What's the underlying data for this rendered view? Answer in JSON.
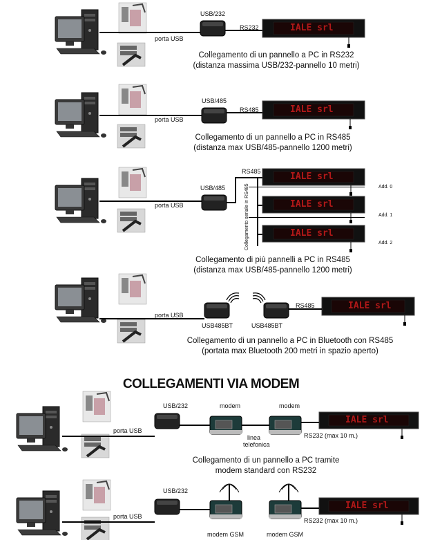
{
  "sections": [
    {
      "usb_label": "porta USB",
      "adapter_label": "USB/232",
      "bus_label": "RS232",
      "display_text": "IALE srl",
      "caption_line1": "Collegamento di un pannello a PC in RS232",
      "caption_line2": "(distanza massima USB/232-pannello 10 metri)"
    },
    {
      "usb_label": "porta USB",
      "adapter_label": "USB/485",
      "bus_label": "RS485",
      "display_text": "IALE srl",
      "caption_line1": "Collegamento di un pannello a PC in RS485",
      "caption_line2": "(distanza max USB/485-pannello 1200 metri)"
    },
    {
      "usb_label": "porta USB",
      "adapter_label": "USB/485",
      "bus_label": "RS485",
      "serial_label": "Collegamento seriale in RS485",
      "display_text": "IALE srl",
      "addresses": [
        "Add. 0",
        "Add. 1",
        "Add. 2"
      ],
      "caption_line1": "Collegamento di più pannelli a PC in RS485",
      "caption_line2": "(distanza max USB/485-pannello 1200 metri)"
    },
    {
      "usb_label": "porta USB",
      "adapter1_label": "USB485BT",
      "adapter2_label": "USB485BT",
      "bus_label": "RS485",
      "display_text": "IALE srl",
      "caption_line1": "Collegamento di un pannello a PC in Bluetooth con RS485",
      "caption_line2": "(portata max Bluetooth 200 metri in spazio aperto)"
    }
  ],
  "modem_title": "COLLEGAMENTI VIA MODEM",
  "modem_sections": [
    {
      "usb_label": "porta USB",
      "adapter_label": "USB/232",
      "modem1_label": "modem",
      "modem2_label": "modem",
      "line_label1": "linea",
      "line_label2": "telefonica",
      "bus_label": "RS232 (max 10 m.)",
      "display_text": "IALE srl",
      "caption_line1": "Collegamento di un pannello  a PC tramite",
      "caption_line2": "modem standard con RS232"
    },
    {
      "usb_label": "porta USB",
      "adapter_label": "USB/232",
      "modem1_label": "modem GSM",
      "modem2_label": "modem GSM",
      "bus_label": "RS232 (max 10 m.)",
      "display_text": "IALE srl"
    }
  ],
  "colors": {
    "led_text": "#b01818",
    "panel_body": "#111111"
  }
}
